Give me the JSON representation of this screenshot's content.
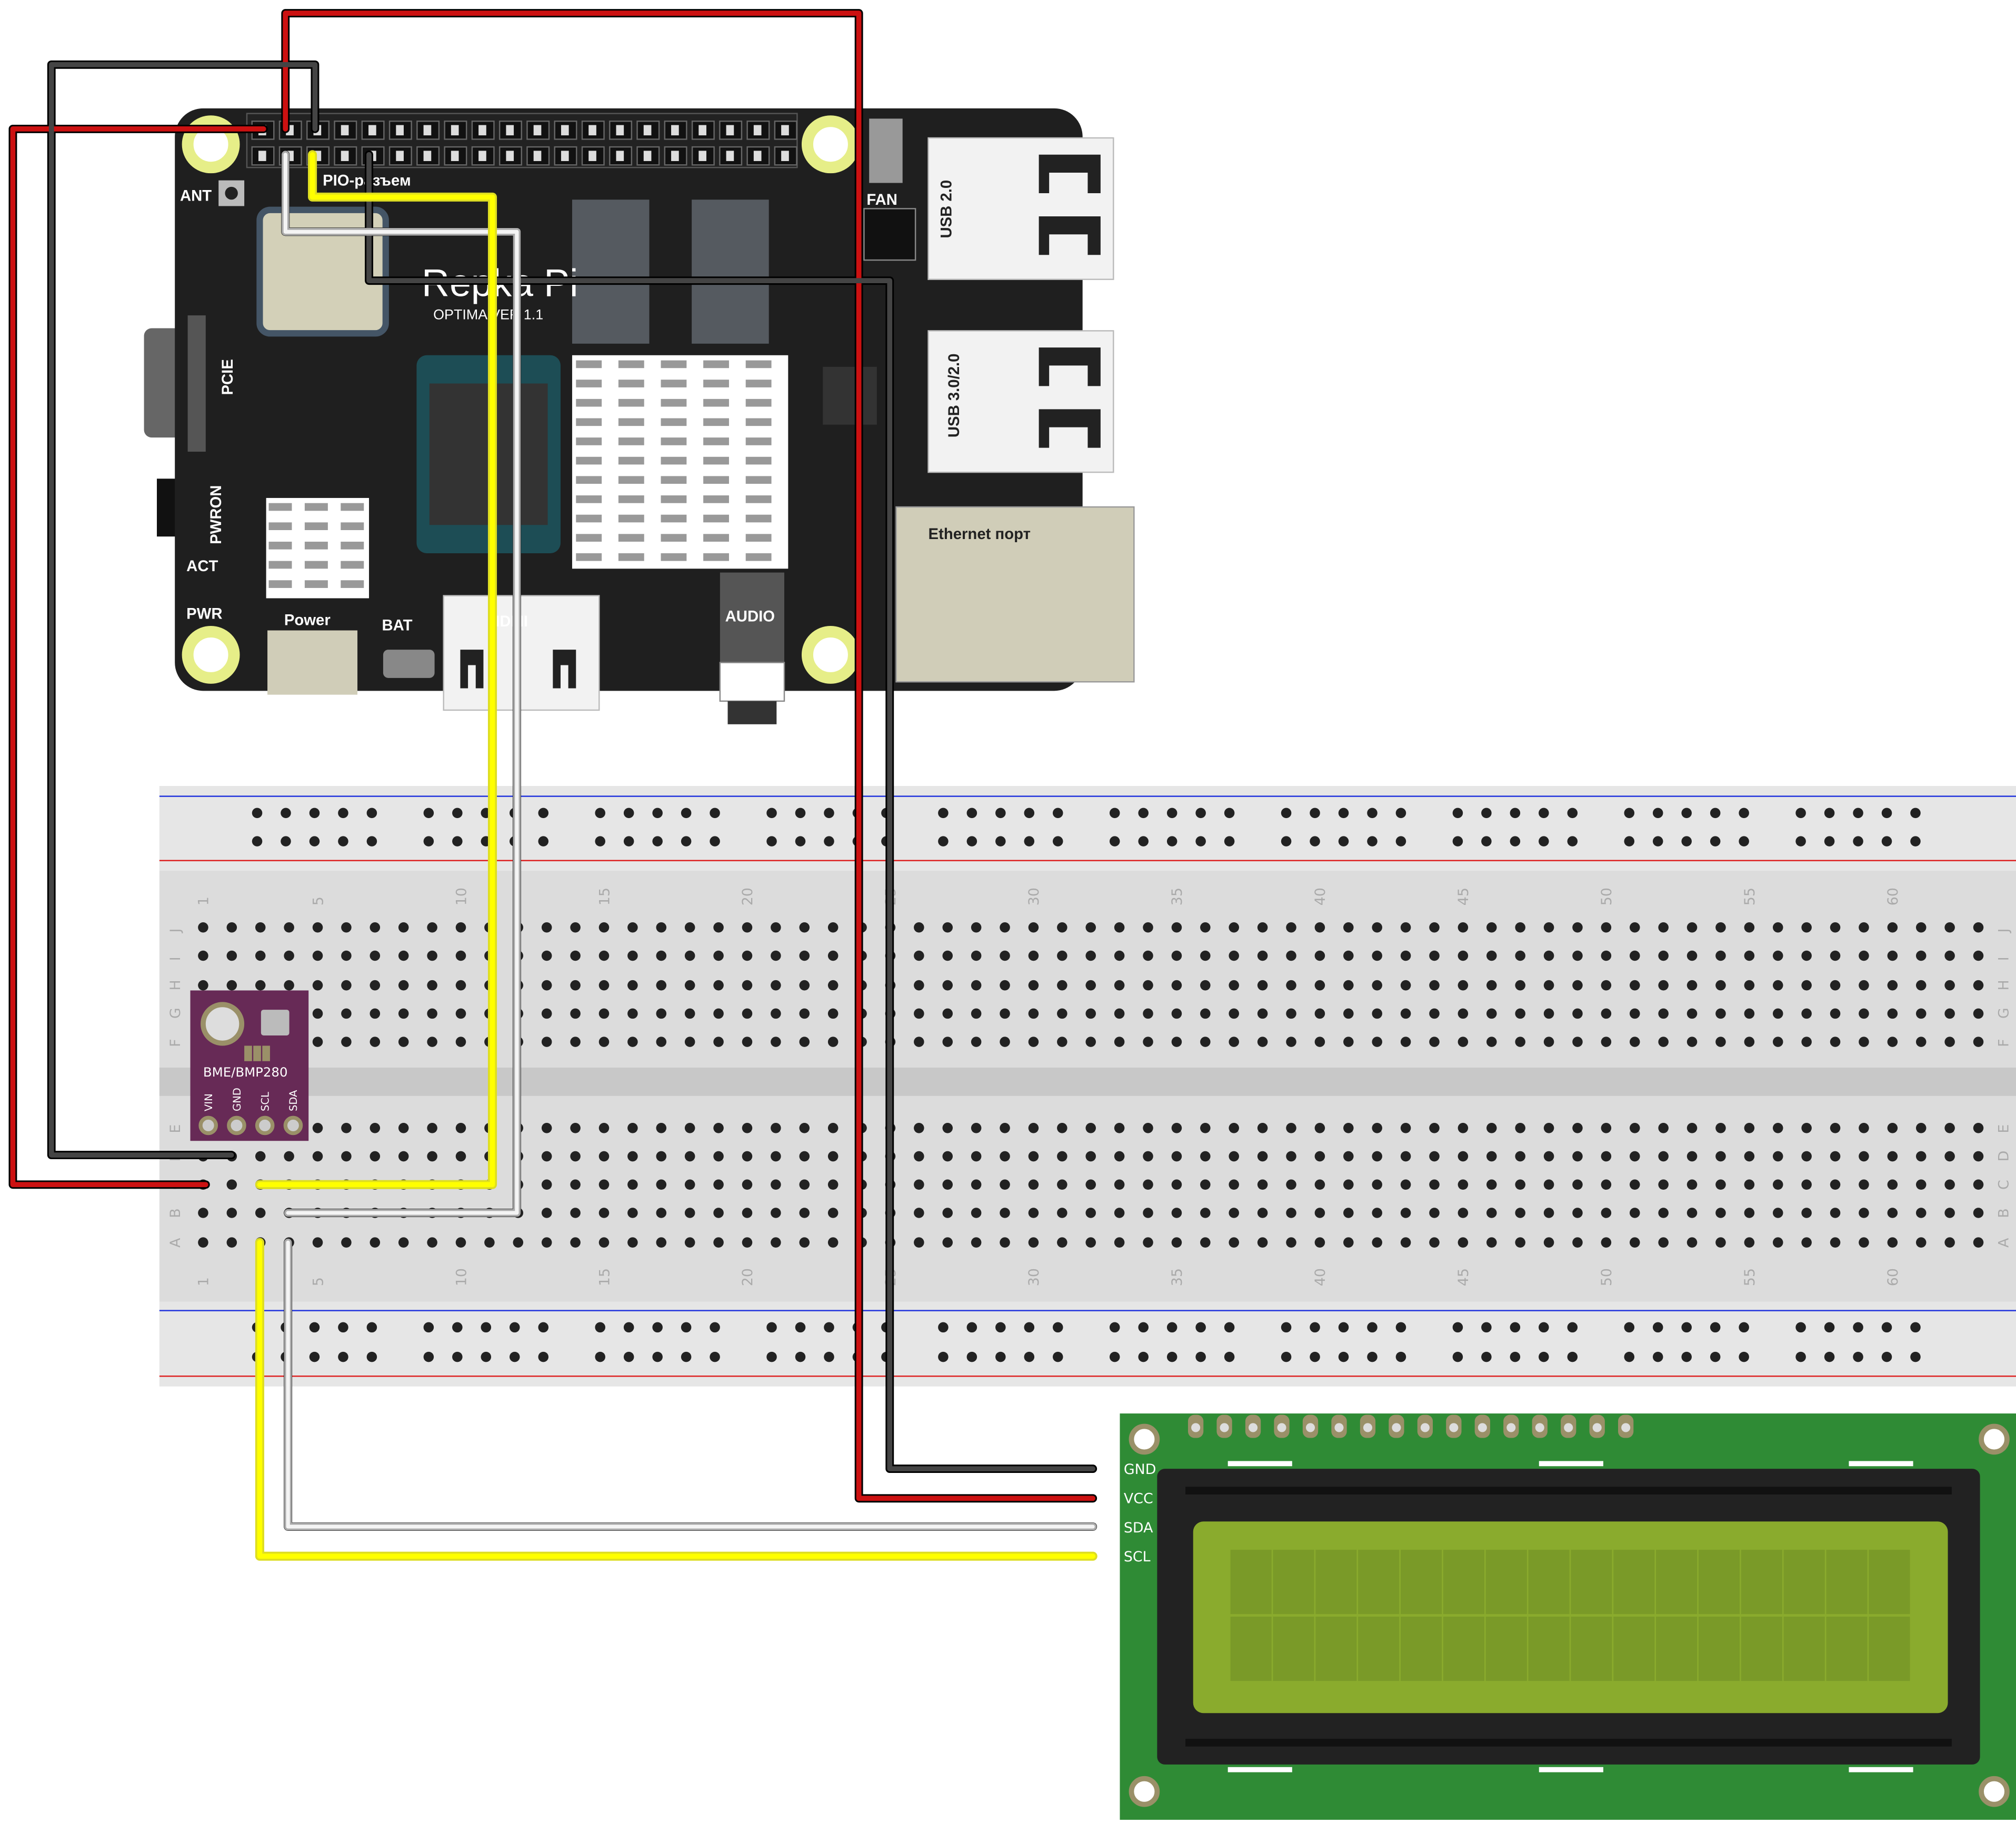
{
  "board": {
    "logo": "Repka Pi",
    "version": "OPTIMA VER 1.1",
    "labels": {
      "gpio": "PIO-разъем",
      "ant": "ANT",
      "fan": "FAN",
      "usb2": "USB 2.0",
      "usb3": "USB 3.0/2.0",
      "pcie": "PCIE",
      "pwron": "PWRON",
      "act": "ACT",
      "pwr": "PWR",
      "power": "Power",
      "bat": "BAT",
      "hdmi": "HDMI",
      "audio": "AUDIO",
      "ethernet": "Ethernet порт"
    }
  },
  "breadboard": {
    "column_numbers": [
      "1",
      "5",
      "10",
      "15",
      "20",
      "25",
      "30",
      "35",
      "40",
      "45",
      "50",
      "55",
      "60"
    ],
    "rows_top": [
      "J",
      "I",
      "H",
      "G",
      "F"
    ],
    "rows_bottom": [
      "E",
      "D",
      "C",
      "B",
      "A"
    ]
  },
  "sensor": {
    "title": "BME/BMP280",
    "pins": [
      "VIN",
      "GND",
      "SCL",
      "SDA"
    ]
  },
  "lcd": {
    "pins": [
      "GND",
      "VCC",
      "SDA",
      "SCL"
    ]
  },
  "colors": {
    "wire_red": "#cc1111",
    "wire_black": "#222222",
    "wire_yellow": "#ffff00",
    "wire_white": "#f4f4f4",
    "board": "#1f1f1f",
    "sensor_pcb": "#672a56",
    "lcd_pcb": "#2f8b35",
    "lcd_screen": "#8aab2d"
  }
}
